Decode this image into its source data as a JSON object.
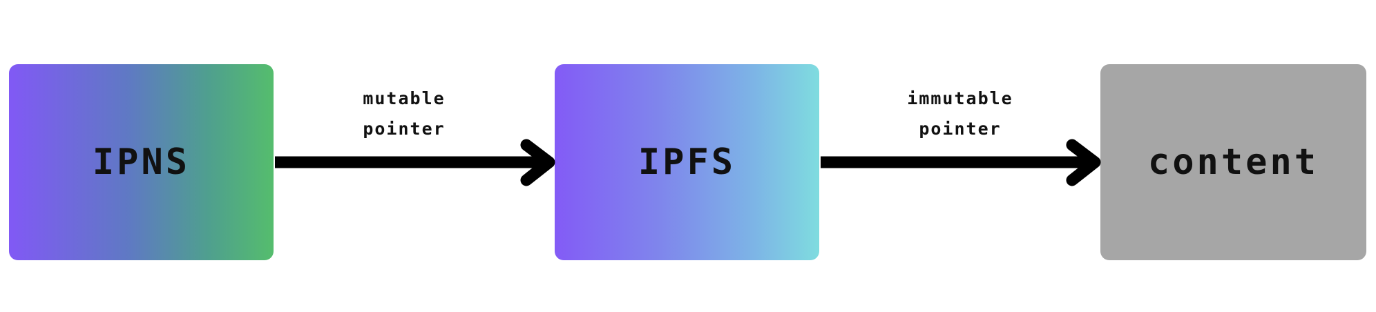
{
  "nodes": {
    "ipns": {
      "label": "IPNS"
    },
    "ipfs": {
      "label": "IPFS"
    },
    "content": {
      "label": "content"
    }
  },
  "edges": [
    {
      "from": "IPNS",
      "to": "IPFS",
      "label": "mutable\npointer"
    },
    {
      "from": "IPFS",
      "to": "content",
      "label": "immutable\npointer"
    }
  ],
  "colors": {
    "ipns_gradient": [
      "#8159f5",
      "#55bd6d"
    ],
    "ipfs_gradient": [
      "#835bf6",
      "#7fdcdf"
    ],
    "content_fill": "#a6a6a6",
    "arrow": "#000000",
    "text": "#111111"
  }
}
